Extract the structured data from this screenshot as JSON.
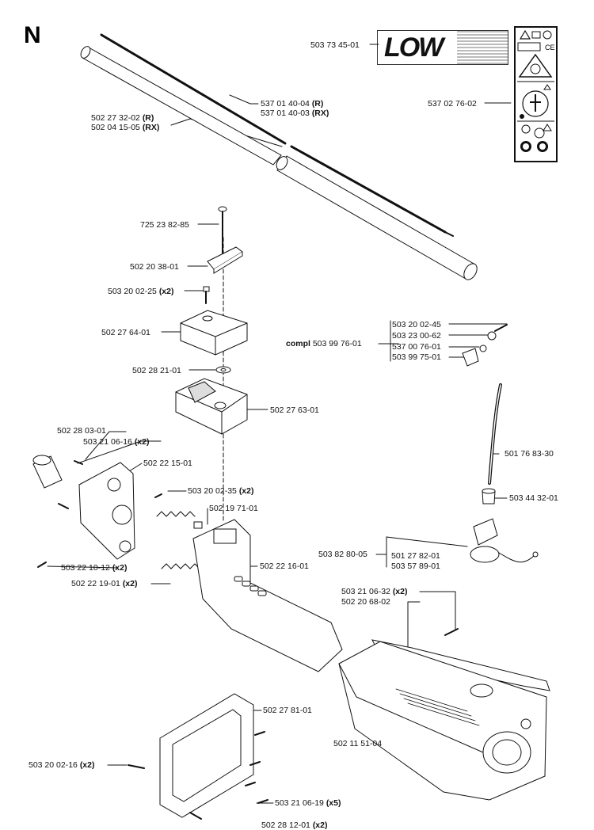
{
  "section_letter": "N",
  "logo_text": "LOW",
  "labels": [
    {
      "id": "503-73-45-01",
      "text": "503 73 45-01",
      "suffix": ""
    },
    {
      "id": "537-02-76-02",
      "text": "537 02 76-02",
      "suffix": ""
    },
    {
      "id": "537-01-40-04",
      "text": "537 01 40-04",
      "suffix": "(R)"
    },
    {
      "id": "537-01-40-03",
      "text": "537 01 40-03",
      "suffix": "(RX)"
    },
    {
      "id": "502-27-32-02",
      "text": "502 27 32-02",
      "suffix": "(R)"
    },
    {
      "id": "502-04-15-05",
      "text": "502 04 15-05",
      "suffix": "(RX)"
    },
    {
      "id": "725-23-82-85",
      "text": "725 23 82-85",
      "suffix": ""
    },
    {
      "id": "502-20-38-01",
      "text": "502 20 38-01",
      "suffix": ""
    },
    {
      "id": "503-20-02-25",
      "text": "503 20 02-25",
      "suffix": "(x2)"
    },
    {
      "id": "502-27-64-01",
      "text": "502 27 64-01",
      "suffix": ""
    },
    {
      "id": "503-20-02-45",
      "text": "503 20 02-45",
      "suffix": ""
    },
    {
      "id": "compl-503-99-76-01",
      "text": "503 99 76-01",
      "prefix": "compl",
      "suffix": ""
    },
    {
      "id": "503-23-00-62",
      "text": "503 23 00-62",
      "suffix": ""
    },
    {
      "id": "537-00-76-01",
      "text": "537 00 76-01",
      "suffix": ""
    },
    {
      "id": "503-99-75-01",
      "text": "503 99 75-01",
      "suffix": ""
    },
    {
      "id": "502-28-21-01",
      "text": "502 28 21-01",
      "suffix": ""
    },
    {
      "id": "502-27-63-01",
      "text": "502 27 63-01",
      "suffix": ""
    },
    {
      "id": "502-28-03-01",
      "text": "502 28 03-01",
      "suffix": ""
    },
    {
      "id": "503-21-06-16",
      "text": "503 21 06-16",
      "suffix": "(x2)"
    },
    {
      "id": "502-22-15-01",
      "text": "502 22 15-01",
      "suffix": ""
    },
    {
      "id": "501-76-83-30",
      "text": "501 76 83-30",
      "suffix": ""
    },
    {
      "id": "503-20-02-35",
      "text": "503 20 02-35",
      "suffix": "(x2)"
    },
    {
      "id": "502-19-71-01",
      "text": "502 19 71-01",
      "suffix": ""
    },
    {
      "id": "503-44-32-01",
      "text": "503 44 32-01",
      "suffix": ""
    },
    {
      "id": "503-82-80-05",
      "text": "503 82 80-05",
      "suffix": ""
    },
    {
      "id": "501-27-82-01",
      "text": "501 27 82-01",
      "suffix": ""
    },
    {
      "id": "503-57-89-01",
      "text": "503 57 89-01",
      "suffix": ""
    },
    {
      "id": "503-22-10-12",
      "text": "503 22 10-12",
      "suffix": "(x2)"
    },
    {
      "id": "502-22-16-01",
      "text": "502 22 16-01",
      "suffix": ""
    },
    {
      "id": "502-22-19-01",
      "text": "502 22 19-01",
      "suffix": "(x2)"
    },
    {
      "id": "503-21-06-32",
      "text": "503 21 06-32",
      "suffix": "(x2)"
    },
    {
      "id": "502-20-68-02",
      "text": "502 20 68-02",
      "suffix": ""
    },
    {
      "id": "502-27-81-01",
      "text": "502 27 81-01",
      "suffix": ""
    },
    {
      "id": "502-11-51-04",
      "text": "502 11 51-04",
      "suffix": ""
    },
    {
      "id": "503-20-02-16",
      "text": "503 20 02-16",
      "suffix": "(x2)"
    },
    {
      "id": "503-21-06-19",
      "text": "503 21 06-19",
      "suffix": "(x5)"
    },
    {
      "id": "502-28-12-01",
      "text": "502 28 12-01",
      "suffix": "(x2)"
    }
  ],
  "colors": {
    "line": "#111111",
    "fill": "#ffffff",
    "shade": "#d9d9d9",
    "dark": "#555555"
  }
}
